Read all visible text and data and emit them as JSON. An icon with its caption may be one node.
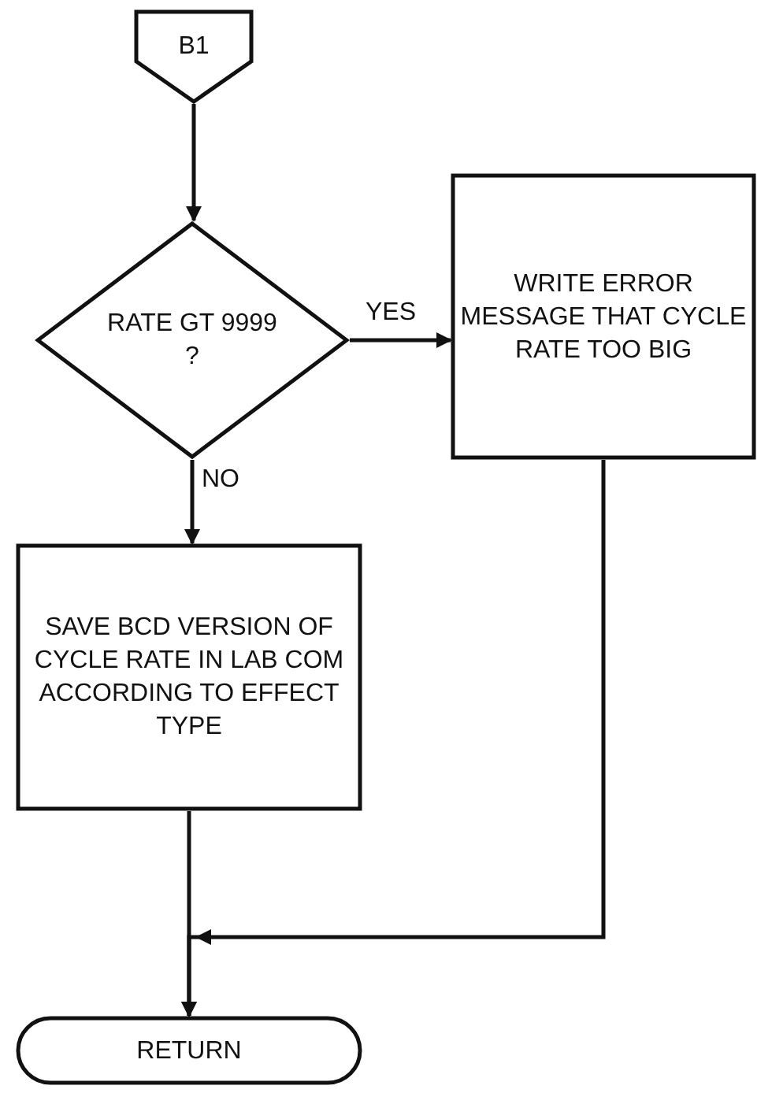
{
  "diagram": {
    "nodes": [
      {
        "text": [
          "B1"
        ]
      },
      {
        "text": [
          "RATE GT 9999 ?"
        ]
      },
      {
        "text": [
          "WRITE ERROR MESSAGE THAT CYCLE RATE TOO BIG"
        ]
      },
      {
        "text": [
          "SAVE BCD VERSION OF CYCLE RATE IN LAB COM ACCORDING TO EFFECT TYPE"
        ]
      },
      {
        "text": [
          "RETURN"
        ]
      }
    ],
    "edges": [
      {
        "from": 0,
        "to": 1,
        "arrow": "to"
      },
      {
        "from": 1,
        "to": 2,
        "arrow": "to",
        "label": "YES"
      },
      {
        "from": 1,
        "to": 3,
        "arrow": "to",
        "label": "NO"
      },
      {
        "from": 3,
        "to": 4,
        "arrow": "to"
      },
      {
        "from": 2,
        "to": 4,
        "arrow": "to"
      }
    ]
  }
}
